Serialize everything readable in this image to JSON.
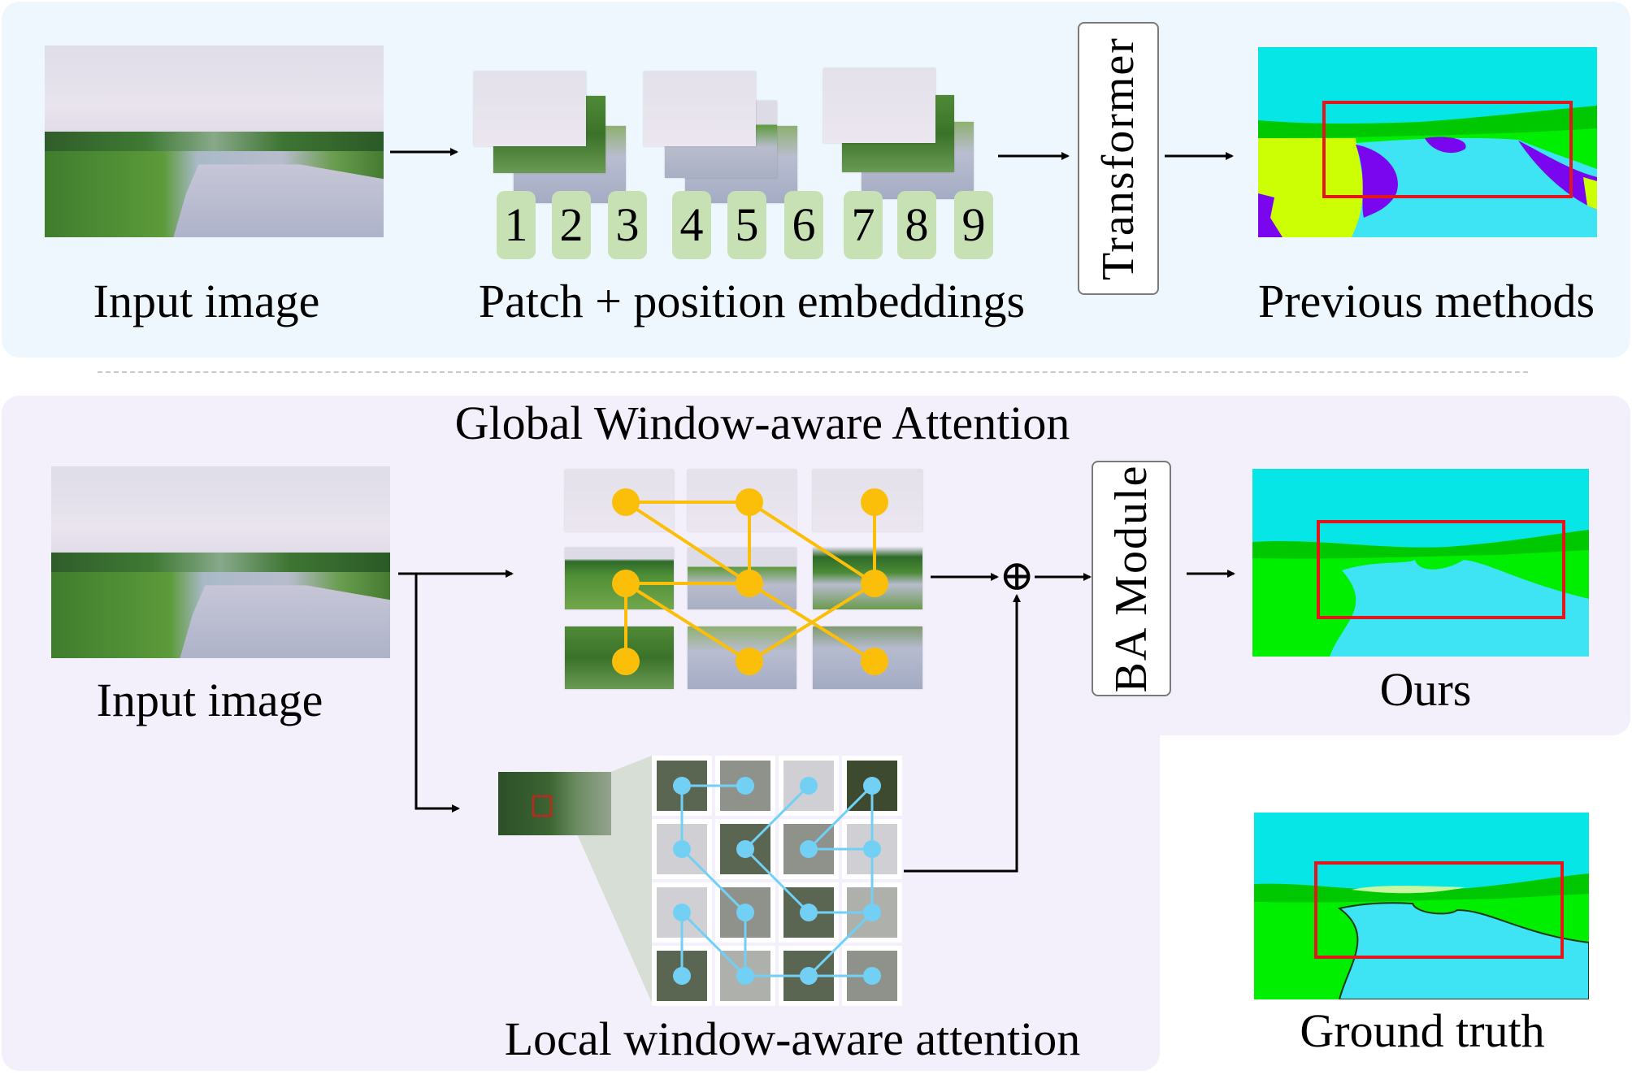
{
  "top_panel": {
    "input_label": "Input image",
    "embeddings_label": "Patch + position embeddings",
    "position_numbers": [
      "1",
      "2",
      "3",
      "4",
      "5",
      "6",
      "7",
      "8",
      "9"
    ],
    "module_label": "Transformer",
    "result_label": "Previous methods"
  },
  "bottom_panel": {
    "global_title": "Global Window-aware Attention",
    "input_label": "Input image",
    "fusion_symbol": "⊕",
    "module_label": "BA Module",
    "result_label": "Ours",
    "local_label": "Local window-aware attention",
    "ground_truth_label": "Ground truth"
  },
  "global_graph": {
    "grid": [
      3,
      3
    ],
    "edges": [
      [
        [
          0,
          0
        ],
        [
          0,
          1
        ]
      ],
      [
        [
          0,
          0
        ],
        [
          1,
          1
        ]
      ],
      [
        [
          0,
          1
        ],
        [
          1,
          1
        ]
      ],
      [
        [
          0,
          1
        ],
        [
          1,
          2
        ]
      ],
      [
        [
          0,
          2
        ],
        [
          1,
          2
        ]
      ],
      [
        [
          1,
          0
        ],
        [
          1,
          1
        ]
      ],
      [
        [
          1,
          0
        ],
        [
          2,
          0
        ]
      ],
      [
        [
          1,
          0
        ],
        [
          2,
          1
        ]
      ],
      [
        [
          1,
          1
        ],
        [
          2,
          2
        ]
      ],
      [
        [
          1,
          2
        ],
        [
          2,
          1
        ]
      ]
    ]
  },
  "local_graph": {
    "grid": [
      4,
      4
    ],
    "cell_shades": [
      [
        "dark",
        "mid",
        "light",
        "darkest"
      ],
      [
        "light",
        "dark",
        "mid",
        "light"
      ],
      [
        "light",
        "mid",
        "dark",
        "midlight"
      ],
      [
        "dark",
        "midlight",
        "dark",
        "mid"
      ]
    ],
    "edges": [
      [
        [
          0,
          0
        ],
        [
          0,
          1
        ]
      ],
      [
        [
          0,
          0
        ],
        [
          1,
          0
        ]
      ],
      [
        [
          1,
          0
        ],
        [
          2,
          1
        ]
      ],
      [
        [
          2,
          1
        ],
        [
          3,
          1
        ]
      ],
      [
        [
          2,
          0
        ],
        [
          3,
          0
        ]
      ],
      [
        [
          2,
          0
        ],
        [
          3,
          1
        ]
      ],
      [
        [
          3,
          1
        ],
        [
          3,
          2
        ]
      ],
      [
        [
          3,
          2
        ],
        [
          3,
          3
        ]
      ],
      [
        [
          3,
          2
        ],
        [
          2,
          3
        ]
      ],
      [
        [
          0,
          2
        ],
        [
          1,
          1
        ]
      ],
      [
        [
          1,
          1
        ],
        [
          2,
          2
        ]
      ],
      [
        [
          2,
          2
        ],
        [
          2,
          3
        ]
      ],
      [
        [
          2,
          3
        ],
        [
          1,
          3
        ]
      ],
      [
        [
          1,
          3
        ],
        [
          0,
          3
        ]
      ],
      [
        [
          0,
          3
        ],
        [
          1,
          2
        ]
      ],
      [
        [
          1,
          2
        ],
        [
          1,
          3
        ]
      ]
    ]
  },
  "colors": {
    "top_panel_bg": "#eef7fd",
    "bottom_panel_bg": "#f3f0fc",
    "position_box": "#c7e0b4",
    "global_node": "#fbbf0a",
    "local_node": "#72d0f5",
    "highlight_box": "#e3161c",
    "seg_sky": "#06e6e6",
    "seg_water": "#3ee4f4",
    "seg_tree": "#00c800",
    "seg_grass": "#00ee00",
    "seg_wrong_grass": "#ccff04",
    "seg_wrong_class": "#7a06f0"
  }
}
